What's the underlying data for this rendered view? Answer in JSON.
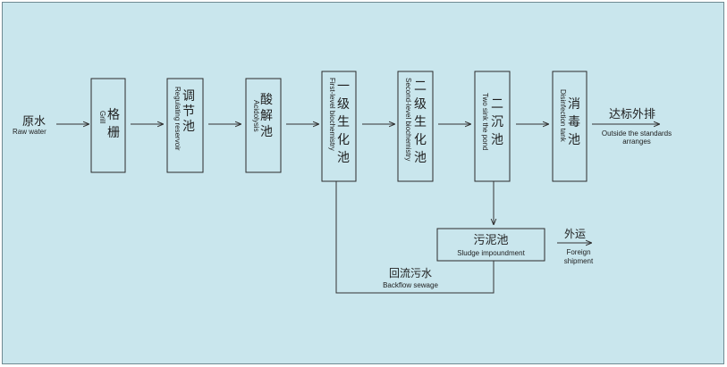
{
  "input": {
    "cn": "原水",
    "en": "Raw water"
  },
  "units": [
    {
      "key": "grill",
      "cn": "格栅",
      "en": "Grill"
    },
    {
      "key": "regulating",
      "cn": "调节池",
      "en": "Regulating reservoir"
    },
    {
      "key": "acidolysis",
      "cn": "酸解池",
      "en": "Acidolysis"
    },
    {
      "key": "first-bio",
      "cn": "一级生化池",
      "en": "First-level biochemistry"
    },
    {
      "key": "second-bio",
      "cn": "二级生化池",
      "en": "Second-level biochemistry"
    },
    {
      "key": "settling",
      "cn": "二沉池",
      "en": "Two sink the pond"
    },
    {
      "key": "disinfection",
      "cn": "消毒池",
      "en": "Disinfection tank"
    }
  ],
  "discharge": {
    "cn": "达标外排",
    "en_line1": "Outside the standards",
    "en_line2": "arranges"
  },
  "sludge": {
    "cn": "污泥池",
    "en": "Sludge impoundment"
  },
  "shipment": {
    "cn": "外运",
    "en_line1": "Foreign",
    "en_line2": "shipment"
  },
  "backflow": {
    "cn": "回流污水",
    "en": "Backflow sewage"
  },
  "colors": {
    "background": "#c9e6ed",
    "line": "#333333",
    "text": "#1e1e1e"
  }
}
